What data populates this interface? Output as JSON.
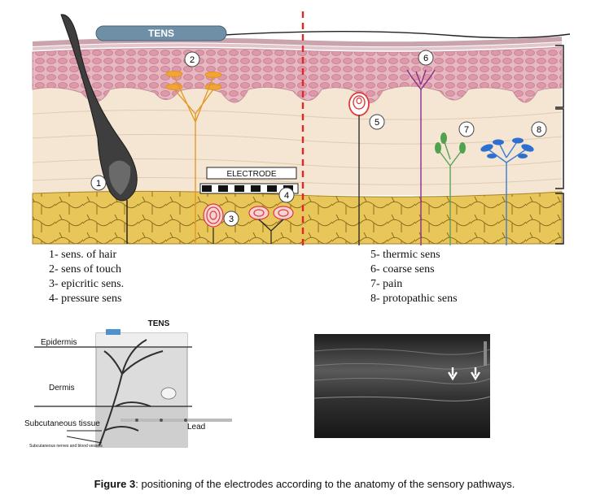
{
  "top_diagram": {
    "tens_label": "TENS",
    "electrode_label": "ELECTRODE",
    "markers": [
      "1",
      "2",
      "3",
      "4",
      "5",
      "6",
      "7",
      "8"
    ]
  },
  "legend_left": [
    "1-  sens. of hair",
    "2-  sens of touch",
    "3-  epicritic sens.",
    "4-  pressure sens"
  ],
  "legend_right": [
    "5- thermic sens",
    "6- coarse sens",
    "7- pain",
    "8- protopathic sens"
  ],
  "bottom_left_diagram": {
    "tens_label": "TENS",
    "epidermis_label": "Epidermis",
    "dermis_label": "Dermis",
    "subcutaneous_label": "Subcutaneous tissue",
    "lead_label": "Lead",
    "nerves_label": "Subcutaneous nerves and blood vessels"
  },
  "caption": {
    "prefix": "Figure 3",
    "text": ": positioning of the electrodes according to the anatomy of the sensory pathways."
  },
  "colors": {
    "epidermis": "#e7b8c2",
    "dermis": "#f4e6d2",
    "fat": "#e8c65a",
    "receptor_red": "#e03a3a",
    "tens_bar": "#6f8fa6",
    "ultrasound_bg": "#2a2a2a"
  }
}
